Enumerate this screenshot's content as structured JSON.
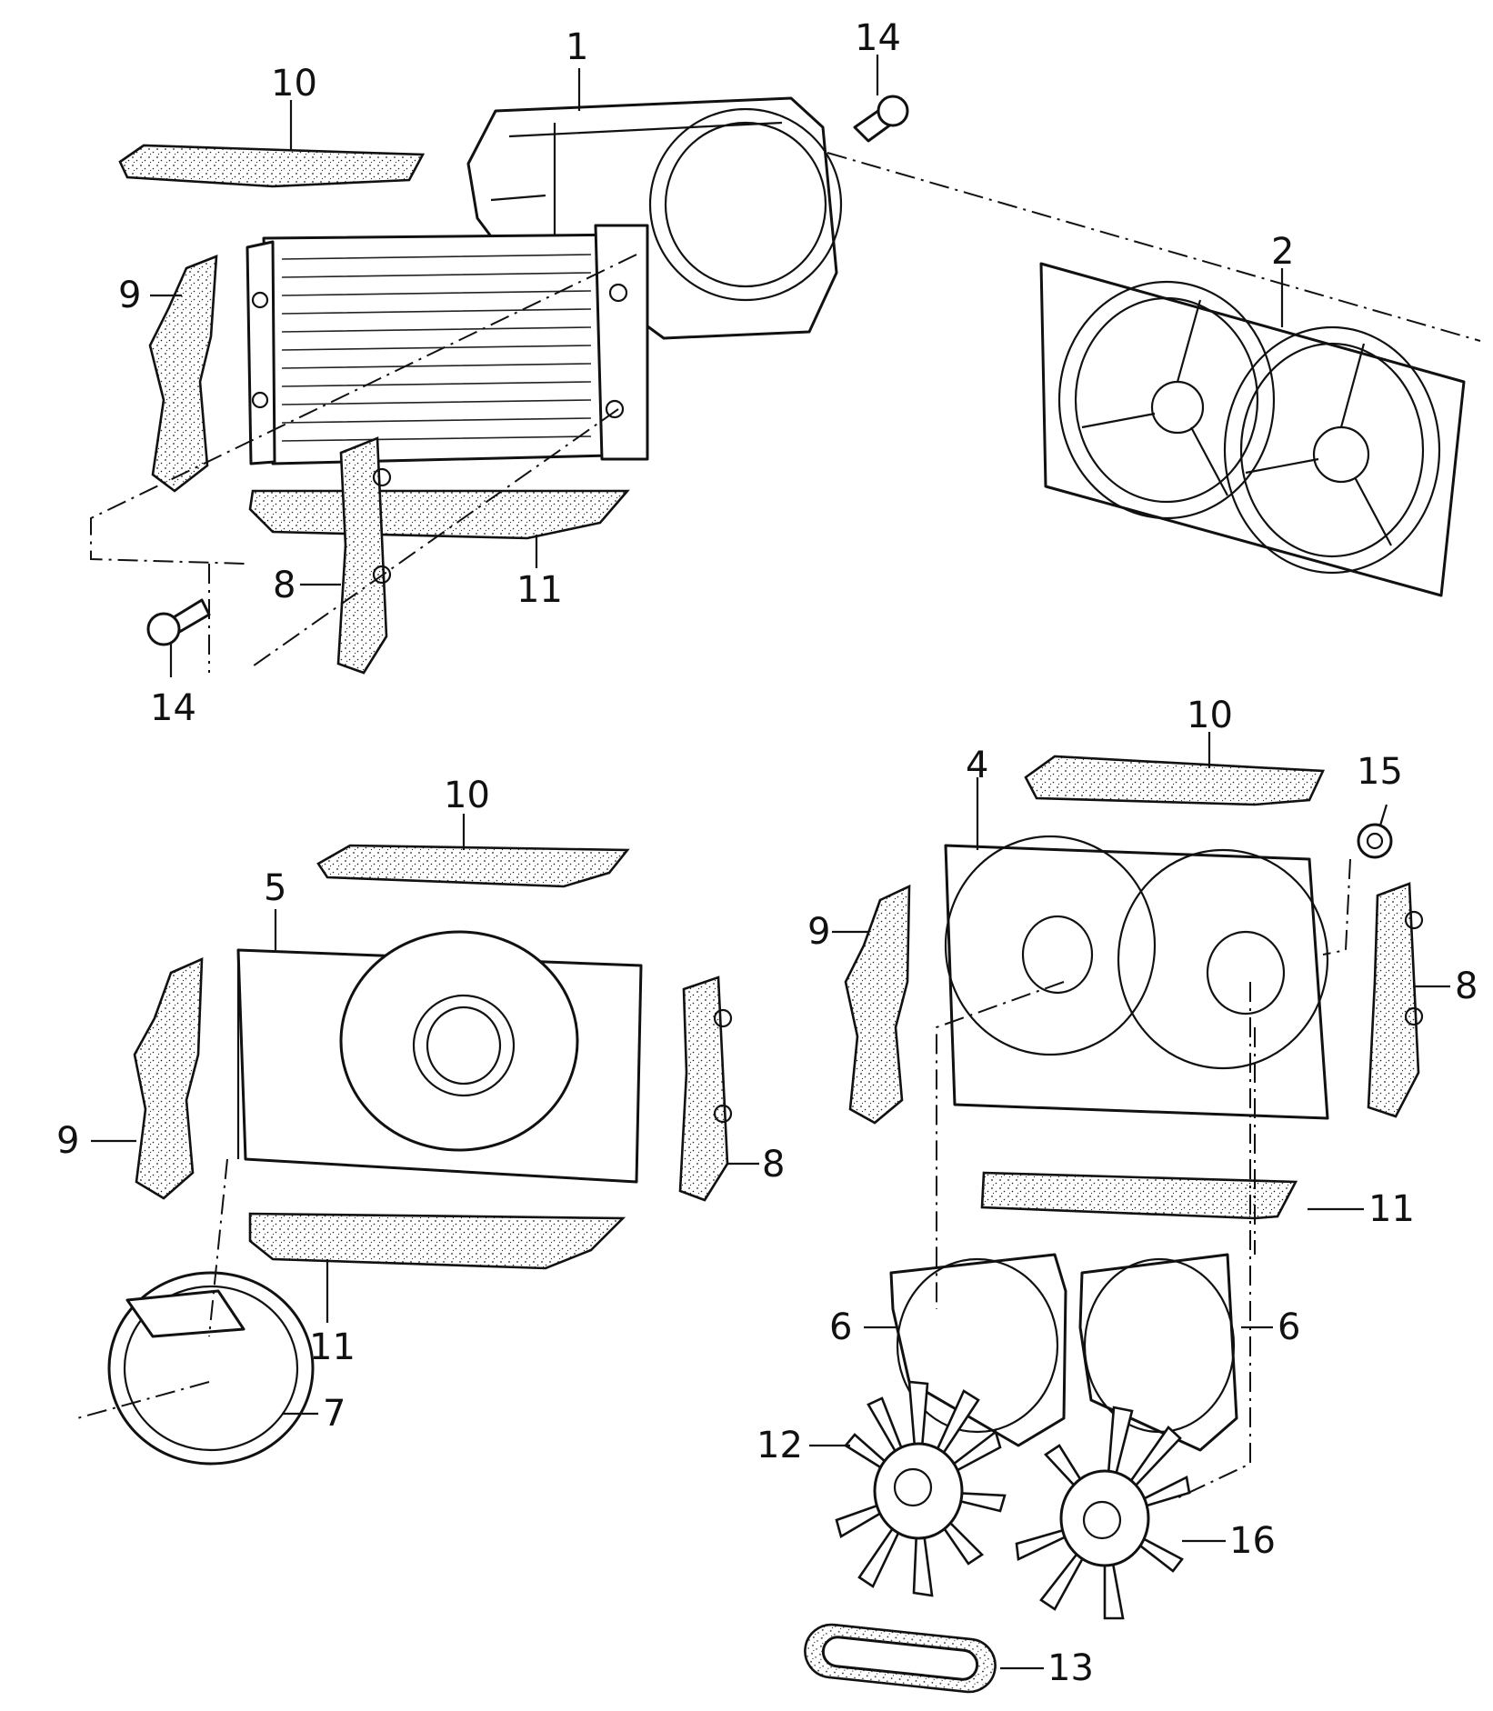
{
  "callouts": [
    "1",
    "2",
    "4",
    "5",
    "6",
    "6",
    "7",
    "8",
    "8",
    "8",
    "9",
    "9",
    "9",
    "10",
    "10",
    "10",
    "11",
    "11",
    "11",
    "12",
    "13",
    "14",
    "14",
    "15",
    "16"
  ]
}
